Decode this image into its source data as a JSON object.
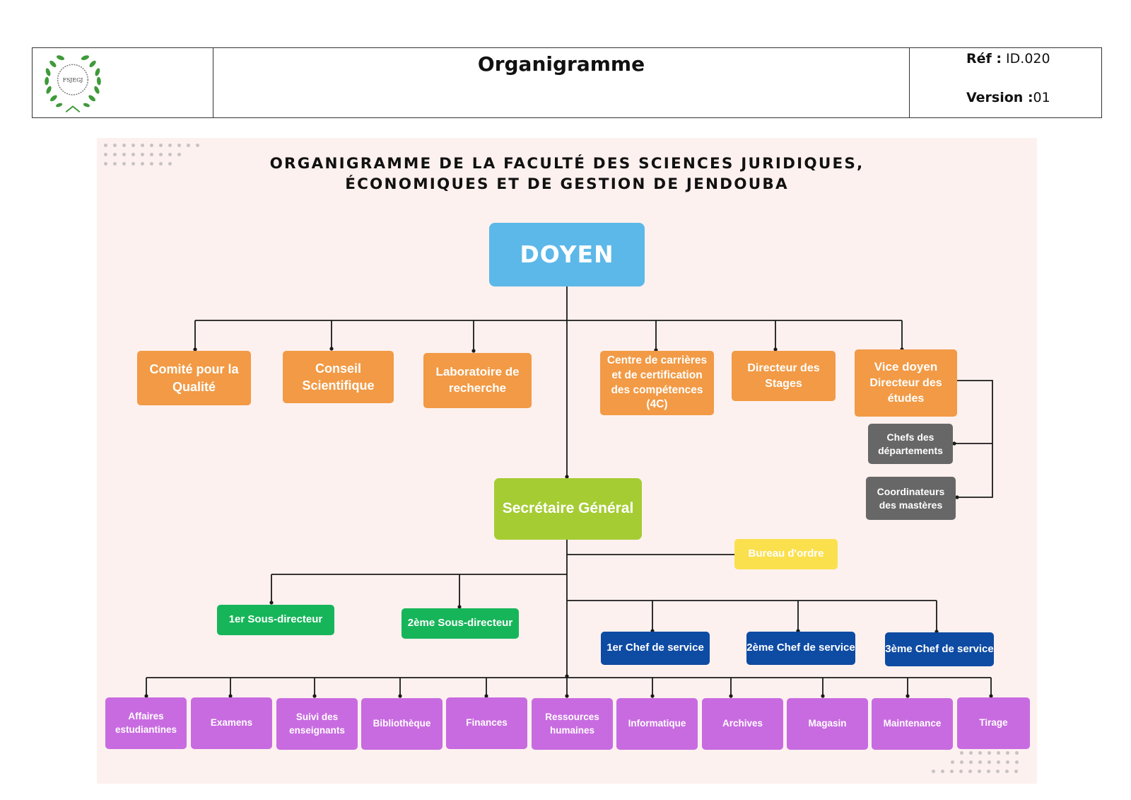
{
  "header": {
    "title": "Organigramme",
    "ref_label": "Réf :",
    "ref_value": " ID.020",
    "version_label": "Version :",
    "version_value": "01",
    "logo_text": "FSJEGJ"
  },
  "chart": {
    "title_line1": "ORGANIGRAMME DE LA FACULTÉ DES SCIENCES JURIDIQUES,",
    "title_line2": "ÉCONOMIQUES ET DE GESTION DE JENDOUBA",
    "doyen": "DOYEN",
    "direct_reports": {
      "qualite": "Comité pour la Qualité",
      "conseil": "Conseil Scientifique",
      "laboratoire": "Laboratoire de recherche",
      "centre": "Centre de carrières et de certification des compétences (4C)",
      "stages": "Directeur des Stages",
      "vice_doyen_1": "Vice doyen",
      "vice_doyen_2": "Directeur des études"
    },
    "vice_doyen_units": {
      "chefs": "Chefs des départements",
      "coordinateurs": "Coordinateurs des mastères"
    },
    "secretaire": "Secrétaire Général",
    "bureau": "Bureau d'ordre",
    "sous_directeurs": {
      "s1": "1er Sous-directeur",
      "s2": "2ème Sous-directeur"
    },
    "chefs_service": {
      "c1": "1er Chef de service",
      "c2": "2ème Chef de service",
      "c3": "3ème Chef de service"
    },
    "services": {
      "affaires": "Affaires estudiantines",
      "examens": "Examens",
      "suivi": "Suivi des enseignants",
      "bibliotheque": "Bibliothèque",
      "finances": "Finances",
      "ressources": "Ressources humaines",
      "informatique": "Informatique",
      "archives": "Archives",
      "magasin": "Magasin",
      "maintenance": "Maintenance",
      "tirage": "Tirage"
    },
    "colors": {
      "doyen": "#5cb8e8",
      "direct_reports": "#f29a45",
      "vice_doyen_units": "#676767",
      "secretaire": "#a5cc33",
      "bureau": "#fbe04e",
      "sous_directeurs": "#17b55a",
      "chefs_service": "#0e4ba3",
      "services": "#c86be0",
      "background": "#fdf1ef"
    }
  }
}
